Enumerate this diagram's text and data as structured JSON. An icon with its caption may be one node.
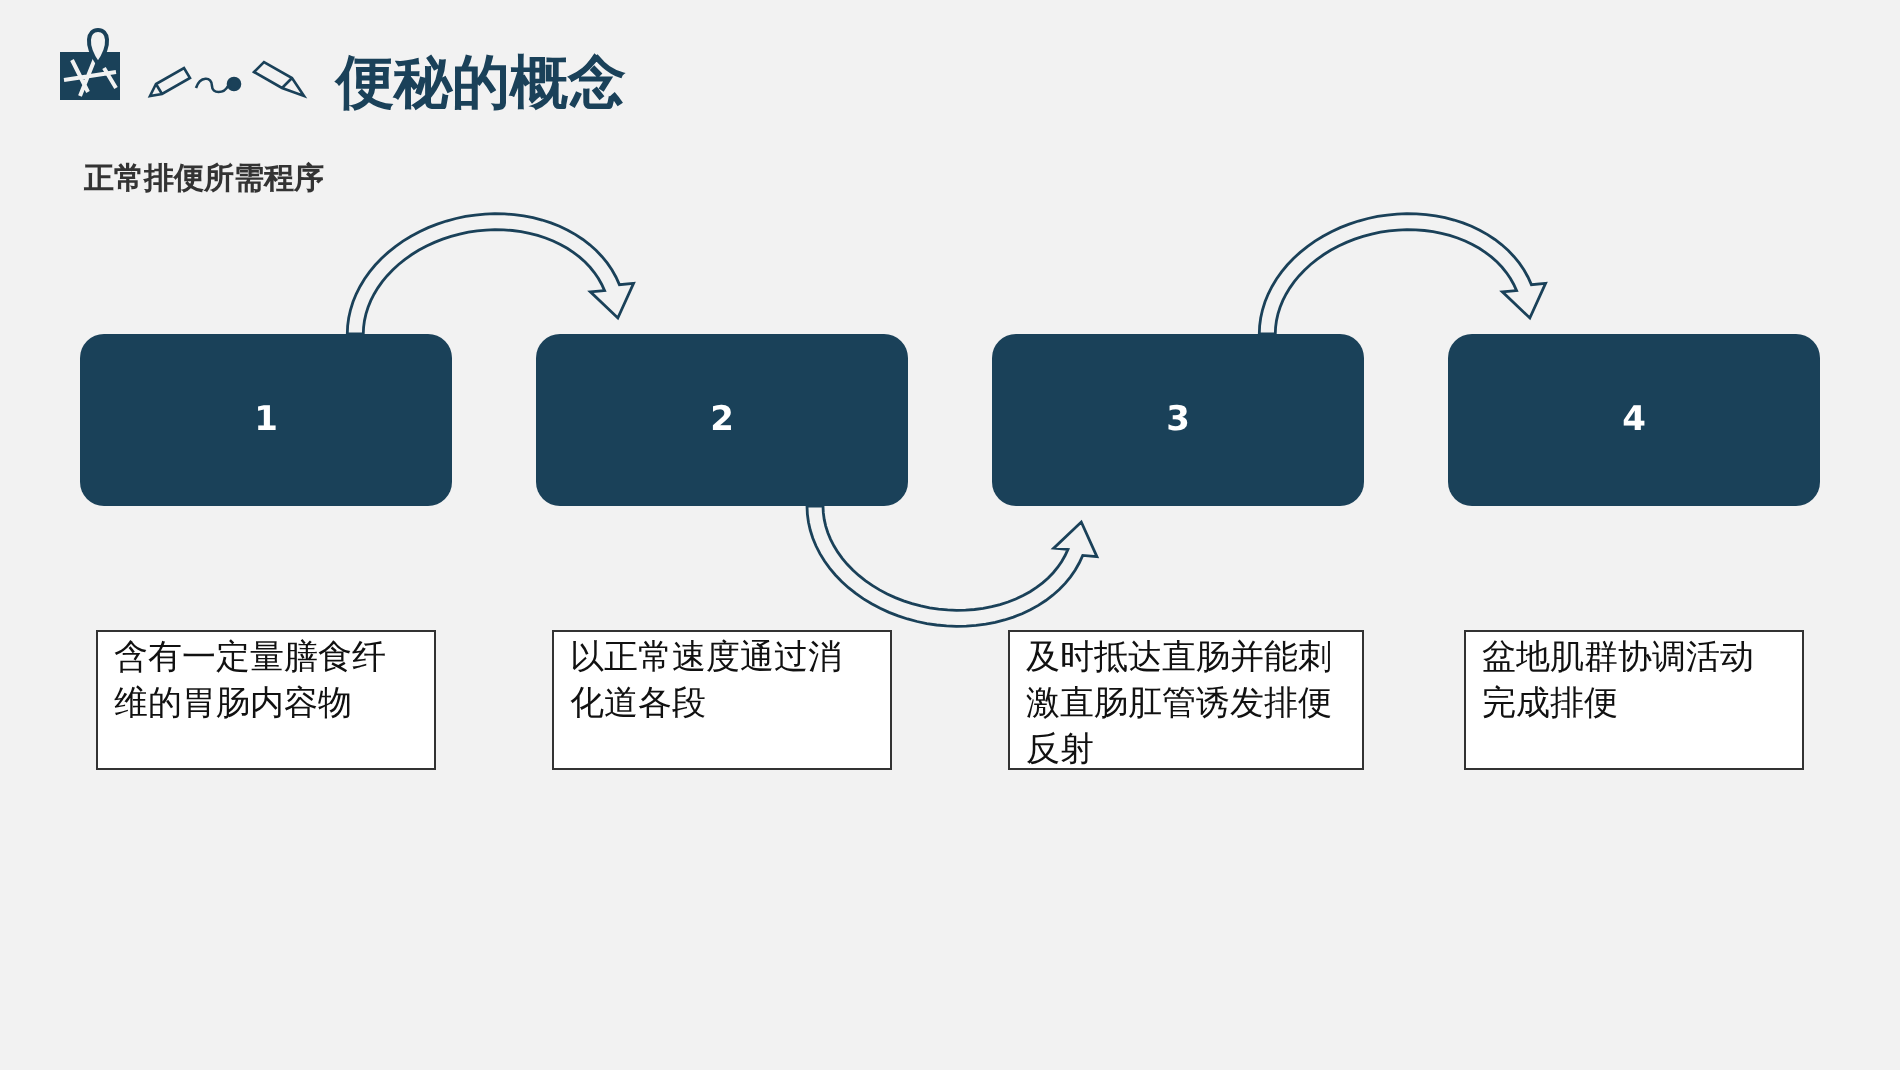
{
  "diagram": {
    "title": "便秘的概念",
    "nodes": [
      {
        "text": [
          "1"
        ]
      },
      {
        "text": [
          "2"
        ]
      },
      {
        "text": [
          "3"
        ]
      },
      {
        "text": [
          "4"
        ]
      },
      {
        "text": [
          "含有一定量膳食纤维的胃肠内容物"
        ]
      },
      {
        "text": [
          "以正常速度通过消化道各段"
        ]
      },
      {
        "text": [
          "及时抵达直肠并能刺激直肠肛管诱发排便反射"
        ]
      },
      {
        "text": [
          "盆地肌群协调活动完成排便"
        ]
      }
    ],
    "edges": [
      {
        "from": 0,
        "to": 1,
        "arrow": "to"
      },
      {
        "from": 1,
        "to": 2,
        "arrow": "to"
      },
      {
        "from": 2,
        "to": 3,
        "arrow": "to"
      }
    ],
    "labels": [
      "正常排便所需程序"
    ]
  }
}
